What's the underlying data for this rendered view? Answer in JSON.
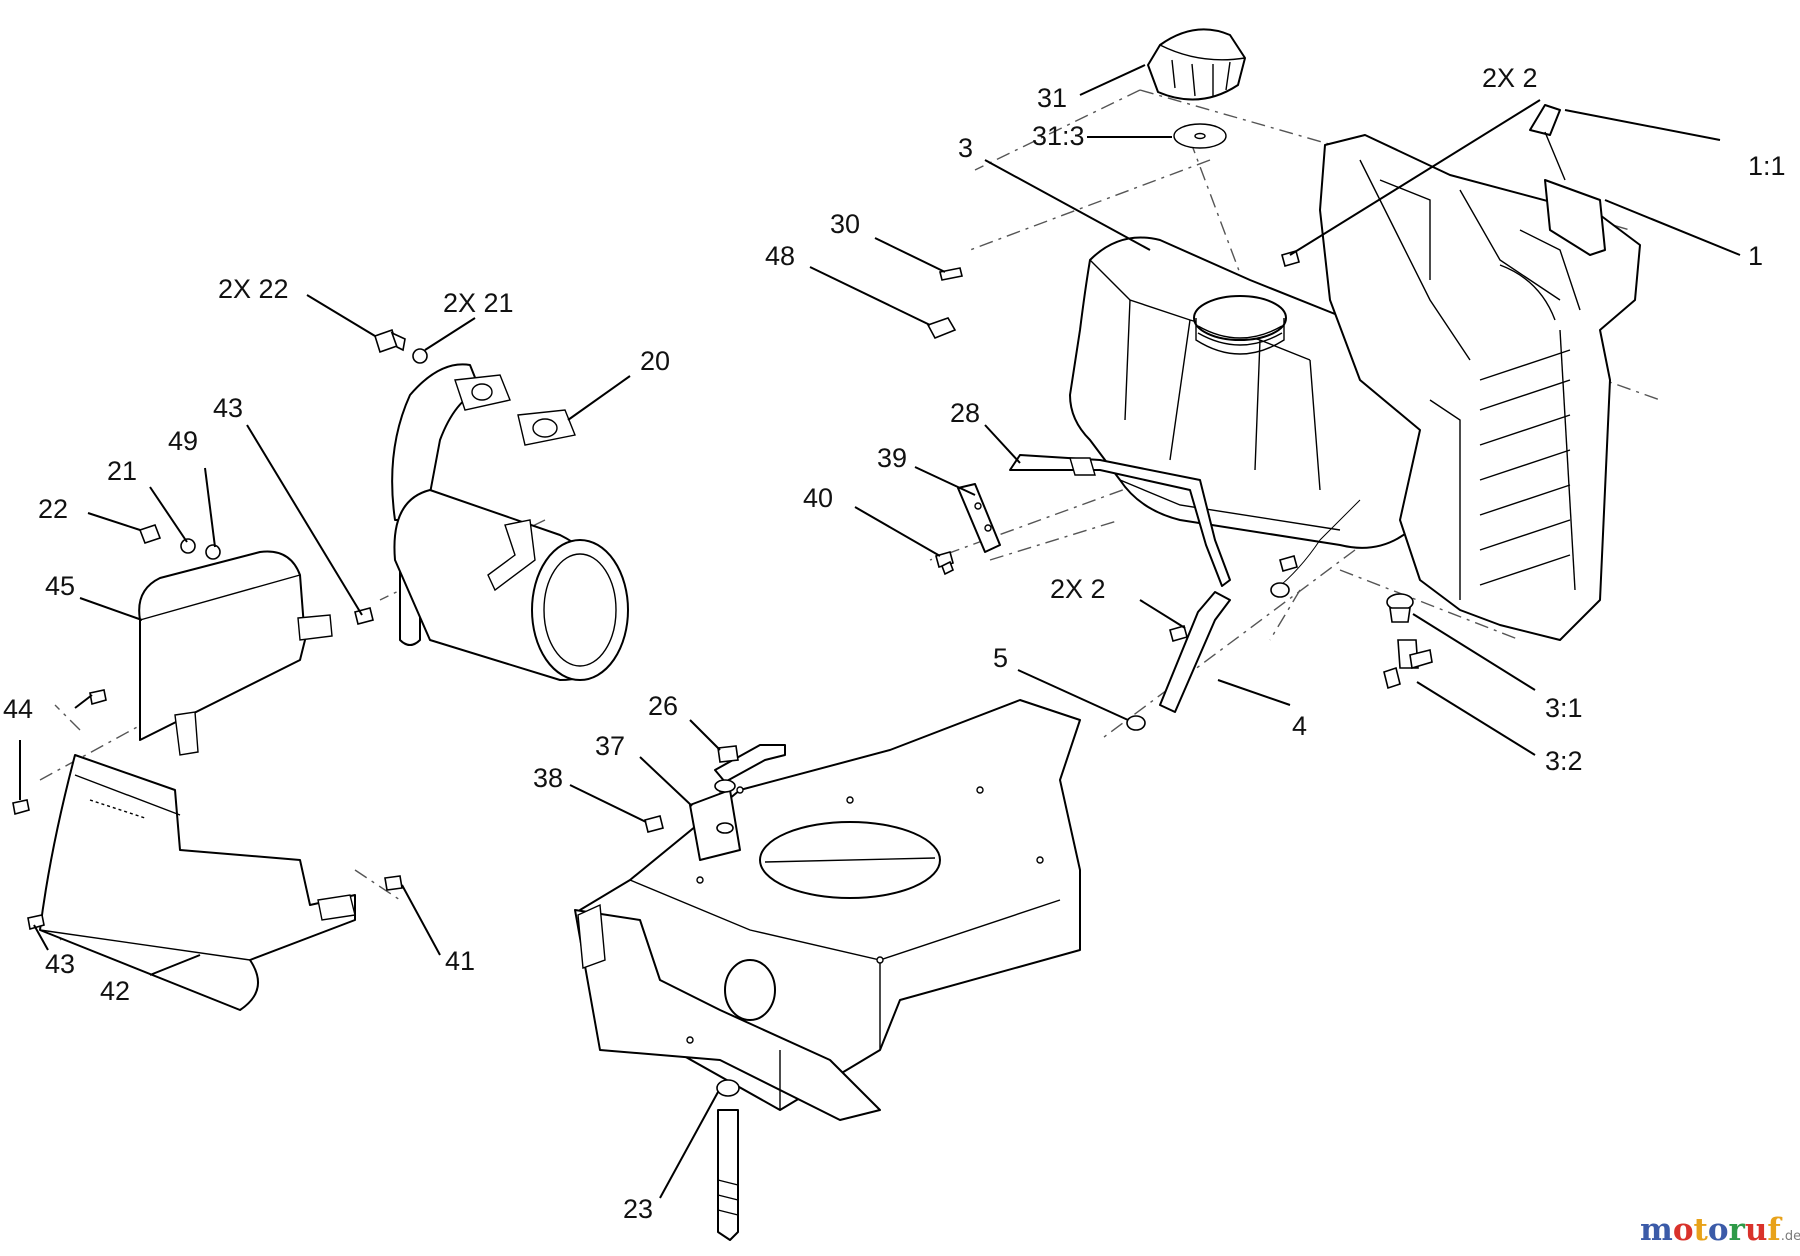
{
  "callouts": [
    {
      "key": "p31",
      "text": "31"
    },
    {
      "key": "p31_3",
      "text": "31:3"
    },
    {
      "key": "p3",
      "text": "3"
    },
    {
      "key": "p2x2_top",
      "text": "2X  2"
    },
    {
      "key": "p1_1",
      "text": "1:1"
    },
    {
      "key": "p1",
      "text": "1"
    },
    {
      "key": "p30",
      "text": "30"
    },
    {
      "key": "p48",
      "text": "48"
    },
    {
      "key": "p2x22_top",
      "text": "2X  22"
    },
    {
      "key": "p2x21",
      "text": "2X  21"
    },
    {
      "key": "p20",
      "text": "20"
    },
    {
      "key": "p43_top",
      "text": "43"
    },
    {
      "key": "p49",
      "text": "49"
    },
    {
      "key": "p21",
      "text": "21"
    },
    {
      "key": "p22",
      "text": "22"
    },
    {
      "key": "p45",
      "text": "45"
    },
    {
      "key": "p28",
      "text": "28"
    },
    {
      "key": "p39",
      "text": "39"
    },
    {
      "key": "p40",
      "text": "40"
    },
    {
      "key": "p2x2_mid",
      "text": "2X  2"
    },
    {
      "key": "p5",
      "text": "5"
    },
    {
      "key": "p4",
      "text": "4"
    },
    {
      "key": "p3_1",
      "text": "3:1"
    },
    {
      "key": "p3_2",
      "text": "3:2"
    },
    {
      "key": "p26",
      "text": "26"
    },
    {
      "key": "p37",
      "text": "37"
    },
    {
      "key": "p38",
      "text": "38"
    },
    {
      "key": "p44",
      "text": "44"
    },
    {
      "key": "p43_bottom",
      "text": "43"
    },
    {
      "key": "p42",
      "text": "42"
    },
    {
      "key": "p41",
      "text": "41"
    },
    {
      "key": "p23",
      "text": "23"
    }
  ],
  "watermark": {
    "letters": [
      {
        "ch": "m",
        "color": "#3b5ba8"
      },
      {
        "ch": "o",
        "color": "#d9322b"
      },
      {
        "ch": "t",
        "color": "#e8a21a"
      },
      {
        "ch": "o",
        "color": "#3b5ba8"
      },
      {
        "ch": "r",
        "color": "#2e9a48"
      },
      {
        "ch": "u",
        "color": "#d9322b"
      },
      {
        "ch": "f",
        "color": "#e8a21a"
      }
    ],
    "suffix": ".de"
  }
}
